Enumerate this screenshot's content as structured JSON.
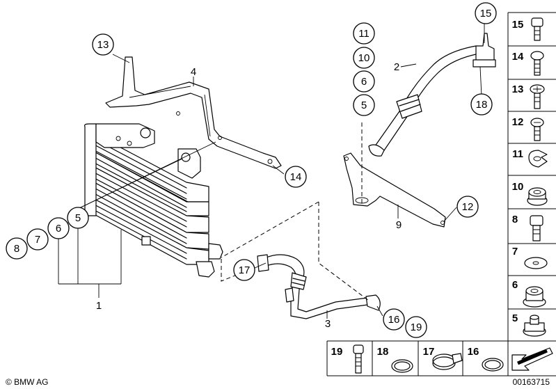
{
  "callouts": [
    "13",
    "4",
    "5",
    "6",
    "7",
    "8",
    "14",
    "11",
    "10",
    "6",
    "5",
    "15",
    "18",
    "12",
    "17",
    "16",
    "19"
  ],
  "labels": [
    "1",
    "2",
    "3",
    "9"
  ],
  "sidebar": {
    "items": [
      "15",
      "14",
      "13",
      "12",
      "11",
      "10",
      "8",
      "7",
      "6",
      "5"
    ]
  },
  "bottom_bar": {
    "items": [
      "19",
      "18",
      "17",
      "16"
    ]
  },
  "footer": {
    "copyright": "© BMW AG",
    "code": "00163715"
  }
}
